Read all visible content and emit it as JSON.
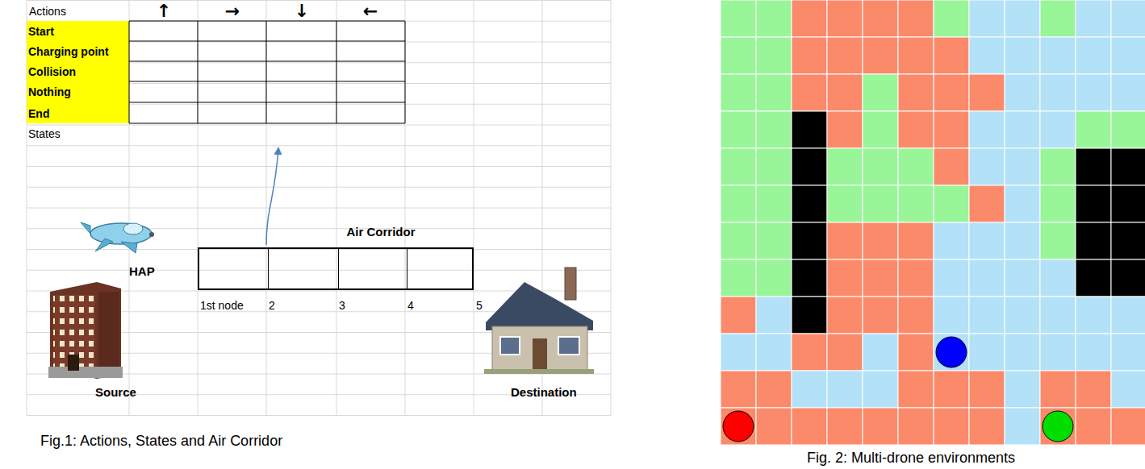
{
  "diagram": {
    "nodes": [
      {
        "text": [
          "Actions",
          "↑",
          "→",
          "↓",
          "←",
          "Start",
          "Charging point",
          "Collision",
          "Nothing",
          "End",
          "States"
        ]
      },
      {
        "text": [
          "Air Corridor"
        ]
      }
    ],
    "edges": [
      {
        "from": 1,
        "to": 0,
        "arrow": "to"
      }
    ],
    "labels": [
      "HAP",
      "1st node",
      "2",
      "3",
      "4",
      "5",
      "Source",
      "Destination",
      "Fig.1: Actions, States and Air Corridor",
      "Fig. 2: Multi-drone environments"
    ]
  }
}
